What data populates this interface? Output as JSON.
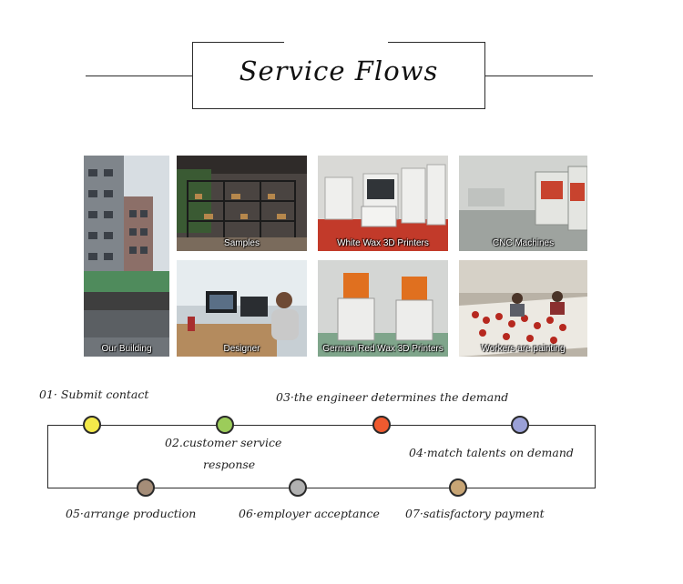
{
  "header": {
    "title": "Service Flows"
  },
  "photos": [
    {
      "caption": "Our Building"
    },
    {
      "caption": "Samples"
    },
    {
      "caption": "White Wax 3D Printers"
    },
    {
      "caption": "CNC Machines"
    },
    {
      "caption": "Designer"
    },
    {
      "caption": "German Red Wax 3D Printers"
    },
    {
      "caption": "Workers are painting"
    }
  ],
  "steps": [
    {
      "label": "01· Submit contact",
      "color": "#f3e94a"
    },
    {
      "label": "02.customer service",
      "label2": "response",
      "color": "#9ccc5a"
    },
    {
      "label": "03·the engineer determines the demand",
      "color": "#ef5a2f"
    },
    {
      "label": "04·match talents on demand",
      "color": "#9aa0d6"
    },
    {
      "label": "05·arrange production",
      "color": "#a58d78"
    },
    {
      "label": "06·employer acceptance",
      "color": "#b1b1b1"
    },
    {
      "label": "07·satisfactory payment",
      "color": "#c8a575"
    }
  ]
}
